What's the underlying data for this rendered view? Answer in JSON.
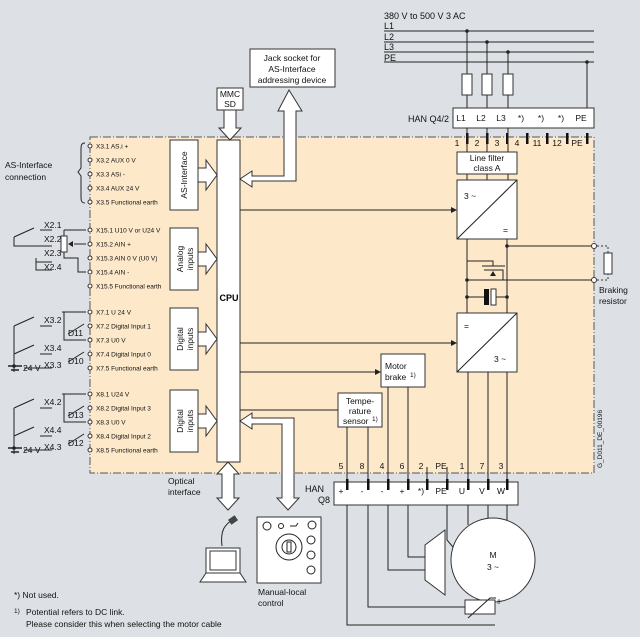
{
  "colors": {
    "background": "#dde1e6",
    "panel": "#fde8c9",
    "line": "#222222"
  },
  "supply": {
    "title": "380 V to 500 V 3 AC",
    "lines": [
      "L1",
      "L2",
      "L3",
      "PE"
    ]
  },
  "han_q42": {
    "label": "HAN Q4/2",
    "pins": [
      "L1",
      "L2",
      "L3",
      "*)",
      "*)",
      "*)",
      "PE"
    ],
    "terminals": [
      "1",
      "2",
      "3",
      "4",
      "11",
      "12",
      "PE"
    ]
  },
  "line_filter": {
    "line1": "Line filter",
    "line2": "class A"
  },
  "rectifier": {
    "ac": "3 ~",
    "dc": "="
  },
  "inverter": {
    "dc": "=",
    "ac": "3 ~"
  },
  "braking_resistor": {
    "line1": "Braking",
    "line2": "resistor"
  },
  "motor_brake": {
    "line1": "Motor",
    "line2": "brake",
    "note": "1)"
  },
  "temp_sensor": {
    "line1": "Tempe-",
    "line2": "rature",
    "line3": "sensor",
    "note": "1)"
  },
  "han_q8": {
    "label1": "HAN",
    "label2": "Q8",
    "terminals": [
      "5",
      "8",
      "4",
      "6",
      "2",
      "PE",
      "1",
      "7",
      "3"
    ],
    "pins": [
      "+",
      "-",
      "-",
      "+",
      "*)",
      "PE",
      "U",
      "V",
      "W"
    ]
  },
  "motor": {
    "line1": "M",
    "line2": "3 ~"
  },
  "jack_socket": {
    "line1": "Jack socket for",
    "line2": "AS-Interface",
    "line3": "addressing device"
  },
  "mmc": {
    "line1": "MMC",
    "line2": "SD"
  },
  "cpu": {
    "label": "CPU"
  },
  "blocks": {
    "as_interface": "AS-Interface",
    "analog": [
      "Analog",
      "inputs"
    ],
    "digital": [
      "Digital",
      "inputs"
    ]
  },
  "as_connection": {
    "line1": "AS-Interface",
    "line2": "connection"
  },
  "terminal_groups": [
    [
      "X3.1 AS.i +",
      "X3.2 AUX 0 V",
      "X3.3 ASi -",
      "X3.4 AUX 24 V",
      "X3.5 Functional earth"
    ],
    [
      "X15.1 U10 V or U24 V",
      "X15.2 AIN +",
      "X15.3 AIN 0 V (U0 V)",
      "X15.4 AIN -",
      "X15.5 Functional earth"
    ],
    [
      "X7.1 U 24 V",
      "X7.2 Digital Input 1",
      "X7.3 U0 V",
      "X7.4 Digital Input 0",
      "X7.5 Functional earth"
    ],
    [
      "X8.1 U24 V",
      "X8.2 Digital Input 3",
      "X8.3 U0 V",
      "X8.4 Digital Input 2",
      "X8.5 Functional earth"
    ]
  ],
  "external": {
    "analog": [
      "X2.1",
      "X2.2",
      "X2.3",
      "X2.4"
    ],
    "digital1": {
      "terms": [
        "X3.2",
        "X3.4",
        "X3.3"
      ],
      "diodes": [
        "D11",
        "D10"
      ],
      "voltage": "24 V"
    },
    "digital2": {
      "terms": [
        "X4.2",
        "X4.4",
        "X4.3"
      ],
      "diodes": [
        "D13",
        "D12"
      ],
      "voltage": "24 V"
    }
  },
  "optical": {
    "line1": "Optical",
    "line2": "interface"
  },
  "manual": {
    "line1": "Manual-local",
    "line2": "control"
  },
  "doc_id": "G_D011_DE_00196",
  "footnotes": {
    "not_used": "*) Not used.",
    "mark": "1)",
    "potential1": "Potential refers to DC link.",
    "potential2": "Please consider this when selecting the motor cable"
  }
}
